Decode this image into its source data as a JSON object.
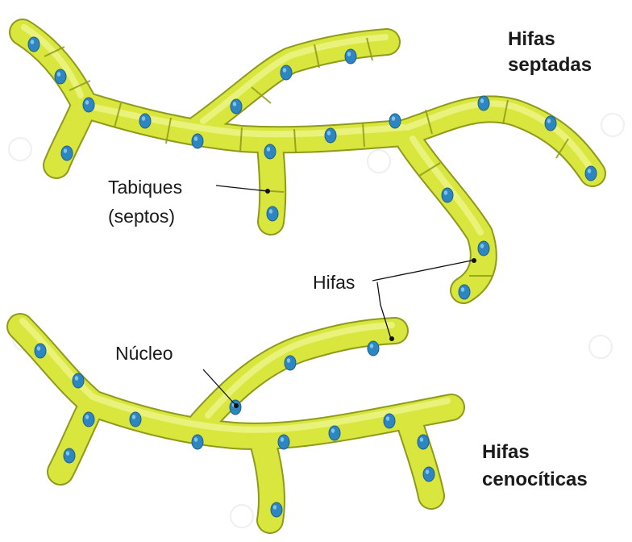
{
  "labels": {
    "septate_title_1": "Hifas",
    "septate_title_2": "septadas",
    "septa_1": "Tabiques",
    "septa_2": "(septos)",
    "hyphae": "Hifas",
    "nucleus": "Núcleo",
    "coenocytic_title_1": "Hifas",
    "coenocytic_title_2": "cenocíticas"
  },
  "colors": {
    "hypha_fill": "#d9e63e",
    "hypha_highlight": "#eef58a",
    "hypha_outline": "#8e9a1a",
    "nucleus_fill": "#2e86c1",
    "nucleus_highlight": "#7fc3ea",
    "leader_line": "#111111"
  },
  "icons": {
    "watermark": "123rf-watermark-icon"
  }
}
